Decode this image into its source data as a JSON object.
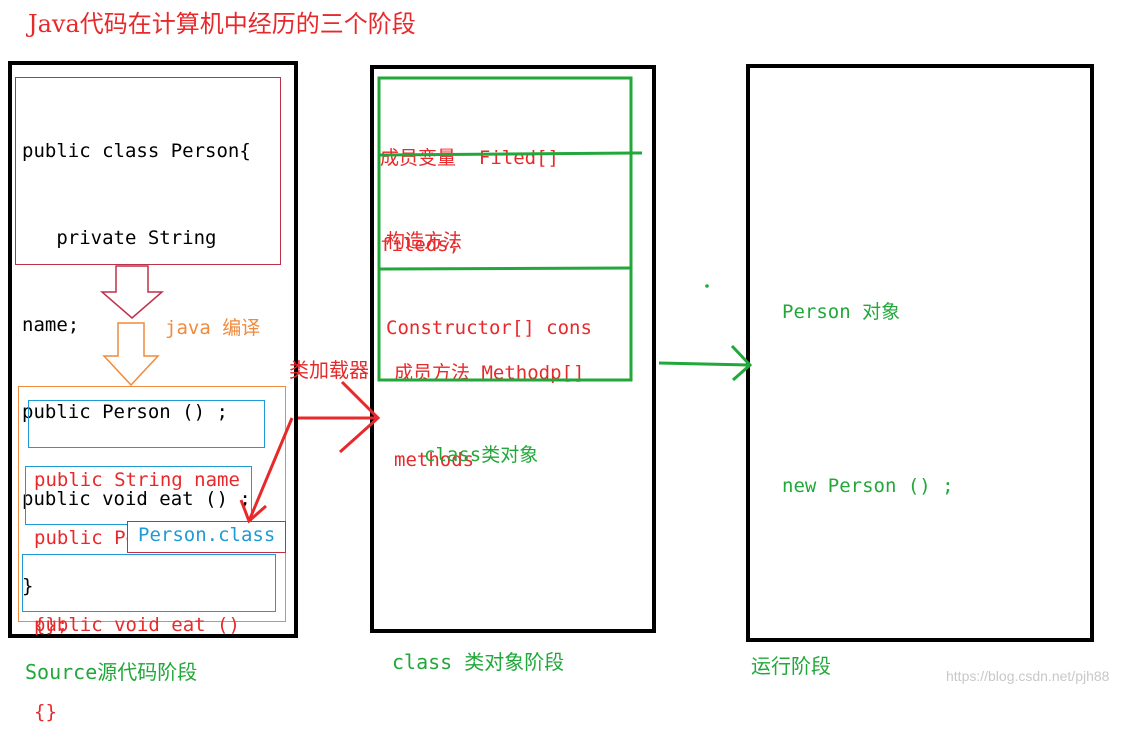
{
  "title": "Java代码在计算机中经历的三个阶段",
  "source_stage": {
    "code_lines": [
      "public class Person{",
      "   private String",
      "name;",
      "public Person () ;",
      "public void eat () ;",
      "}"
    ],
    "compile_label": "java 编译",
    "compiled_members": [
      {
        "lines": [
          "public String name"
        ]
      },
      {
        "lines": [
          "public Person ()",
          "{};"
        ]
      },
      {
        "lines": [
          "public void eat ()",
          "{}"
        ]
      }
    ],
    "class_file": "Person.class",
    "label": "Source源代码阶段"
  },
  "loader_label": "类加载器",
  "class_stage": {
    "sections": [
      {
        "lines": [
          "成员变量  Filed[]",
          "fileds;"
        ]
      },
      {
        "lines": [
          "构造方法",
          "Constructor[] cons"
        ]
      },
      {
        "lines": [
          "成员方法 Methodp[]",
          "methods"
        ]
      }
    ],
    "object_label": "class类对象",
    "label": "class 类对象阶段"
  },
  "runtime_stage": {
    "lines": [
      "Person 对象",
      "new Person () ;"
    ],
    "label": "运行阶段"
  },
  "watermark": "https://blog.csdn.net/pjh88",
  "colors": {
    "red": "#e8292b",
    "green": "#22a83a",
    "orange": "#f08a3c",
    "blue": "#1e9bd6",
    "black": "#000000"
  }
}
